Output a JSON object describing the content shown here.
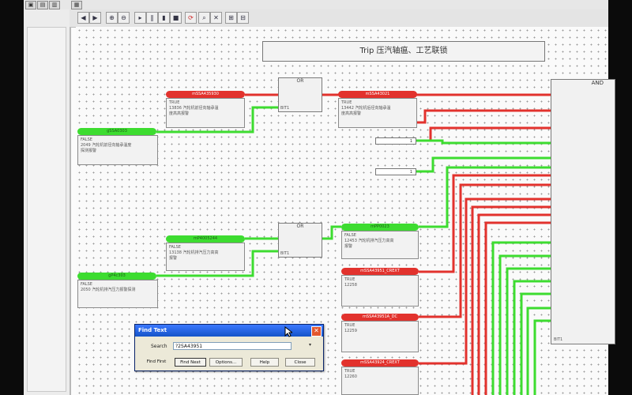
{
  "colors": {
    "red_wire": "#e2322d",
    "green_wire": "#3ddc30",
    "canvas": "#fafafa",
    "dialog_title": "#1554c8"
  },
  "toolbar": {
    "icons": [
      "back-icon",
      "forward-icon",
      "zoom-in-icon",
      "zoom-out-icon",
      "play-icon",
      "pause-icon",
      "step-icon",
      "stop-icon",
      "refresh-icon",
      "search-icon",
      "cross-icon",
      "grid-icon",
      "layout-icon"
    ]
  },
  "diagram": {
    "title": "Trip 压汽轴瘟、工艺联锁",
    "gates": {
      "or1": {
        "name": "OR",
        "foot": "BIT1"
      },
      "or2": {
        "name": "OR",
        "foot": "BIT1"
      },
      "and": {
        "name": "AND",
        "foot": "BIT1"
      }
    },
    "tags": [
      {
        "id": "t1",
        "text": "mSSA435930",
        "color": "red"
      },
      {
        "id": "t2",
        "text": "gSSA0303",
        "color": "green"
      },
      {
        "id": "t3",
        "text": "mSSA43021",
        "color": "red"
      },
      {
        "id": "t4",
        "text": "mP4005244",
        "color": "green"
      },
      {
        "id": "t5",
        "text": "gP4c303",
        "color": "green"
      },
      {
        "id": "t6",
        "text": "mPP0023",
        "color": "green"
      },
      {
        "id": "t7",
        "text": "mSSA43951_CREXT",
        "color": "red"
      },
      {
        "id": "t8",
        "text": "mSSA43951A_DC",
        "color": "red"
      },
      {
        "id": "t9",
        "text": "mSSA43924_CREXT",
        "color": "red"
      }
    ],
    "descs": {
      "d1": {
        "state": "TRUE",
        "line1": "13836 汽轮机前径向轴承温",
        "line2": "度高高报警"
      },
      "d2": {
        "state": "FALSE",
        "line1": "2049 汽轮机前径向轴承温度",
        "line2": "探测报警"
      },
      "d3": {
        "state": "TRUE",
        "line1": "13442 汽轮机后径向轴承温",
        "line2": "度高高报警"
      },
      "d4": {
        "state": "FALSE",
        "line1": "13138 汽轮机排汽压力高高",
        "line2": "报警"
      },
      "d5": {
        "state": "FALSE",
        "line1": "2050 汽轮机排汽压力报警探测",
        "line2": ""
      },
      "d6": {
        "state": "FALSE",
        "line1": "12453 汽轮机排汽压力高高",
        "line2": "报警"
      },
      "d7": {
        "state": "TRUE",
        "line1": "12258",
        "line2": ""
      },
      "d8": {
        "state": "TRUE",
        "line1": "12259",
        "line2": ""
      },
      "d9": {
        "state": "TRUE",
        "line1": "12260",
        "line2": ""
      }
    },
    "consts": [
      "1",
      "1"
    ]
  },
  "find_dialog": {
    "title": "Find Text",
    "search_label": "Search",
    "search_value": "?2SA43951",
    "buttons": {
      "find_first": "Find First",
      "find_next": "Find Next",
      "options": "Options...",
      "help": "Help",
      "close": "Close"
    }
  }
}
